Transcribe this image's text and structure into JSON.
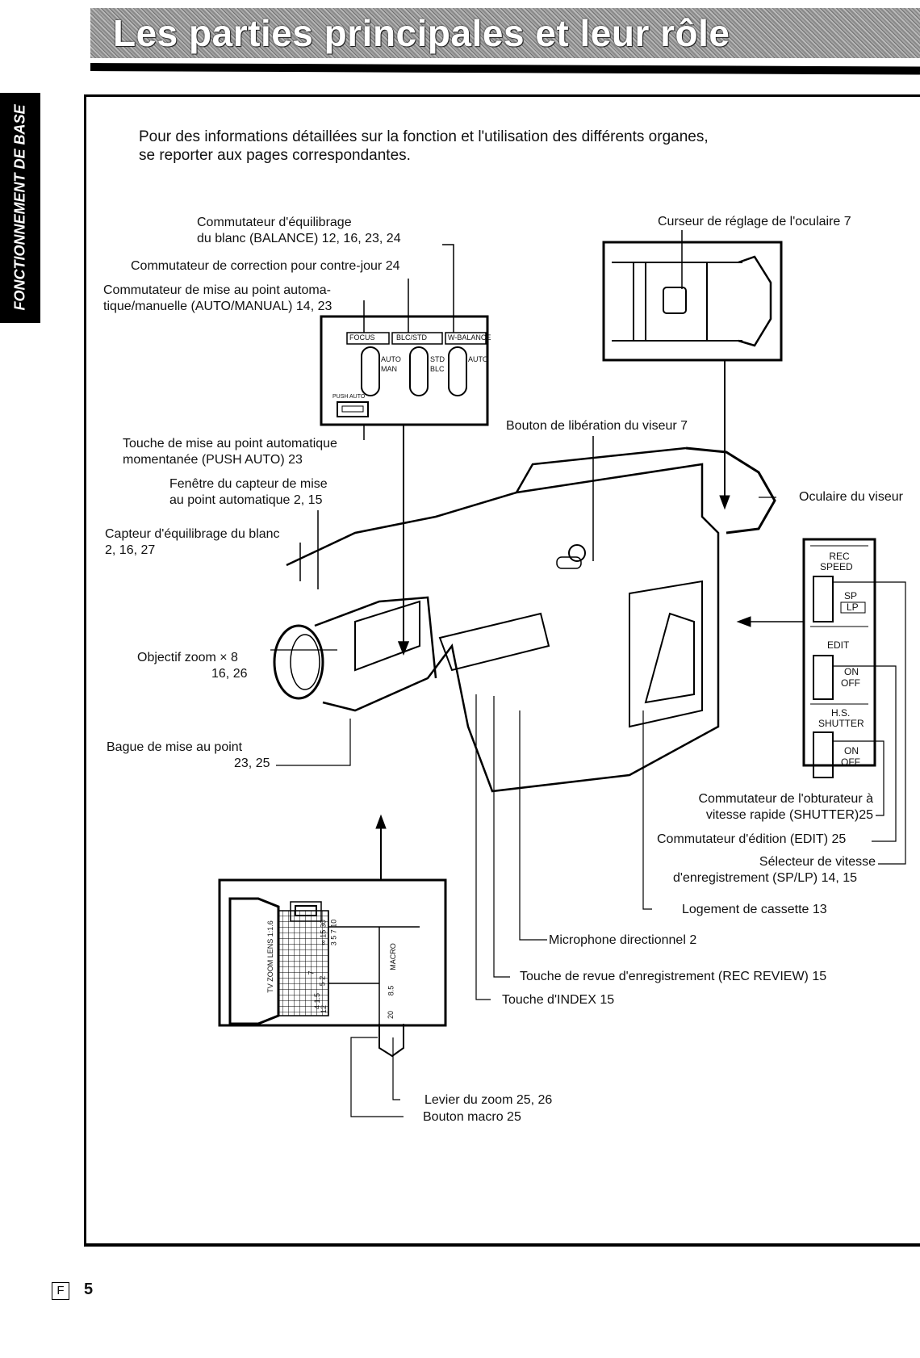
{
  "header": {
    "title": "Les parties principales et leur rôle"
  },
  "side_tab": {
    "label": "FONCTIONNEMENT DE BASE"
  },
  "intro": {
    "line1": "Pour des informations détaillées sur la fonction et l'utilisation des différents organes,",
    "line2": "se reporter aux pages correspondantes."
  },
  "labels": {
    "balance_1": "Commutateur d'équilibrage",
    "balance_2": "du blanc (BALANCE) 12, 16, 23, 24",
    "backlight": "Commutateur de correction pour contre-jour 24",
    "focus_1": "Commutateur  de  mise  au  point  automa-",
    "focus_2": "tique/manuelle (AUTO/MANUAL) 14, 23",
    "eyepiece_slider": "Curseur de réglage de l'oculaire 7",
    "push_auto_1": "Touche de mise au point automatique",
    "push_auto_2": "momentanée (PUSH AUTO) 23",
    "viewfinder_release": "Bouton de libération du viseur 7",
    "af_window_1": "Fenêtre du capteur de mise",
    "af_window_2": "au point automatique 2, 15",
    "wb_sensor_1": "Capteur d'équilibrage du blanc",
    "wb_sensor_2": "2, 16, 27",
    "eyepiece": "Oculaire du viseur",
    "zoom_lens_1": "Objectif zoom × 8",
    "zoom_lens_2": "16, 26",
    "focus_ring_1": "Bague de mise au point",
    "focus_ring_2": "23, 25",
    "shutter_1": "Commutateur de l'obturateur à",
    "shutter_2": "vitesse rapide (SHUTTER)25",
    "edit": "Commutateur d'édition (EDIT) 25",
    "speed_1": "Sélecteur de vitesse",
    "speed_2": "d'enregistrement (SP/LP) 14, 15",
    "cassette": "Logement de cassette 13",
    "microphone": "Microphone directionnel 2",
    "rec_review": "Touche de revue d'enregistrement (REC REVIEW) 15",
    "index": "Touche d'INDEX 15",
    "zoom_lever": "Levier du zoom 25, 26",
    "macro": "Bouton macro 25"
  },
  "switch_panel": {
    "focus": "FOCUS",
    "blc_std": "BLC/STD",
    "w_balance": "W-BALANCE",
    "auto": "AUTO",
    "man": "MAN",
    "std": "STD",
    "blc": "BLC",
    "wb_auto": "AUTO",
    "push_auto": "PUSH AUTO"
  },
  "side_panel": {
    "rec_speed_1": "REC",
    "rec_speed_2": "SPEED",
    "sp": "SP",
    "lp": "LP",
    "edit": "EDIT",
    "edit_on": "ON",
    "edit_off": "OFF",
    "hs_1": "H.S.",
    "hs_2": "SHUTTER",
    "hs_on": "ON",
    "hs_off": "OFF"
  },
  "lens_detail": {
    "lens_text": "TV ZOOM LENS 1:1.6",
    "scale_1": "∞ 15 30",
    "scale_2": "3 5 7 10",
    "scale_3": "7",
    "scale_4": "5  2",
    "scale_5": "4  1.5",
    "scale_6": "12",
    "macro": "MACRO",
    "focal_1": "8.5",
    "focal_2": "20"
  },
  "footer": {
    "lang": "F",
    "page": "5"
  }
}
